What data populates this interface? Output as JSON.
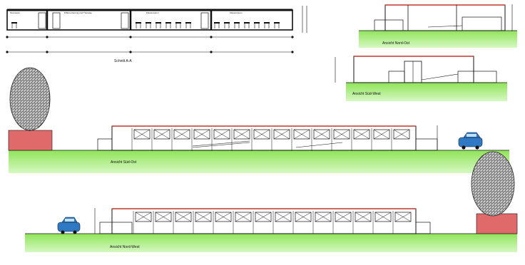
{
  "section": {
    "title": "Schnitt A-A",
    "rooms": [
      "Teamraum",
      "Differenzierung und Therapie",
      "Klassenraum",
      "Klassenraum"
    ]
  },
  "elevations": {
    "north_east": {
      "label": "Ansicht Nord-Ost"
    },
    "south_west": {
      "label": "Ansicht Süd-West"
    },
    "south_east": {
      "label": "Ansicht Süd-Ost"
    },
    "north_west": {
      "label": "Ansicht Nord-West"
    }
  },
  "colors": {
    "ground": "#8fe35a",
    "ground_light": "#c8f5a8",
    "hedge": "#e06a6a",
    "roof_edge": "#c0392b",
    "car": "#2f78c4",
    "line": "#111111"
  }
}
